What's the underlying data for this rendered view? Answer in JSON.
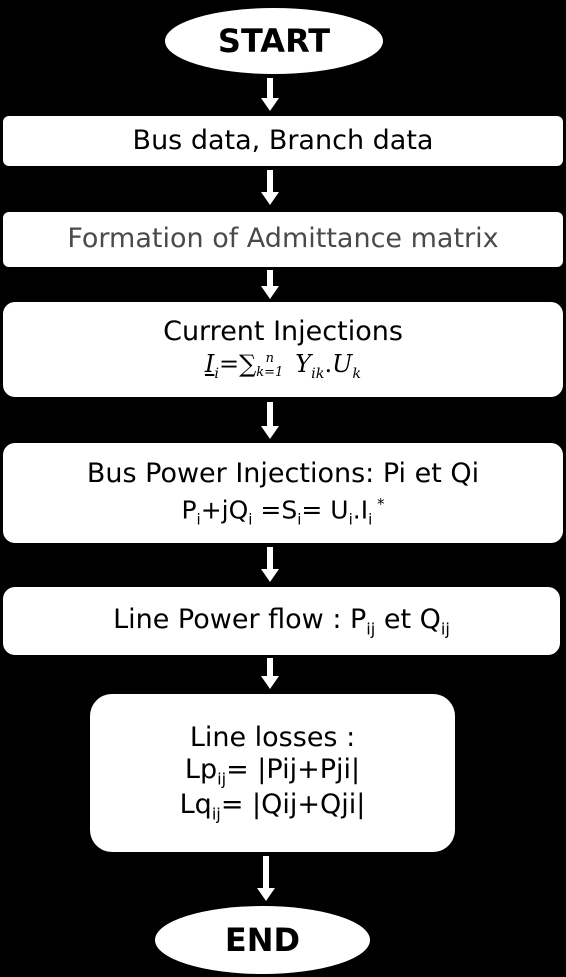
{
  "flowchart": {
    "start": "START",
    "end": "END",
    "step1": "Bus data, Branch data",
    "step2": "Formation of Admittance matrix",
    "step3": {
      "title": "Current Injections",
      "formula": {
        "I": "I",
        "i": "i",
        "eq": "=",
        "sum": "∑",
        "sum_top": "n",
        "sum_bottom": "k=1",
        "Y": "Y",
        "ik": "ik",
        "dot": ".",
        "U": "U",
        "k": "k"
      }
    },
    "step4": {
      "title": "Bus Power Injections: Pi et Qi",
      "formula": {
        "P": "P",
        "i1": "i",
        "plus": "+jQ",
        "i2": "i",
        "eq1": " =S",
        "i3": "i",
        "eq2": "= U",
        "i4": "i",
        "dotI": ".I",
        "i5": "i",
        "star": " *"
      }
    },
    "step5": {
      "prefix": "Line Power flow : P",
      "ij1": "ij",
      "mid": " et  Q",
      "ij2": "ij"
    },
    "step6": {
      "title": "Line losses :",
      "lp": "Lp",
      "lp_sub": "ij",
      "lp_rest": "= |Pij+Pji|",
      "lq": "Lq",
      "lq_sub": "ij",
      "lq_rest": "= |Qij+Qji|"
    }
  },
  "colors": {
    "background": "#000000",
    "box_fill": "#ffffff",
    "arrow": "#ffffff"
  }
}
